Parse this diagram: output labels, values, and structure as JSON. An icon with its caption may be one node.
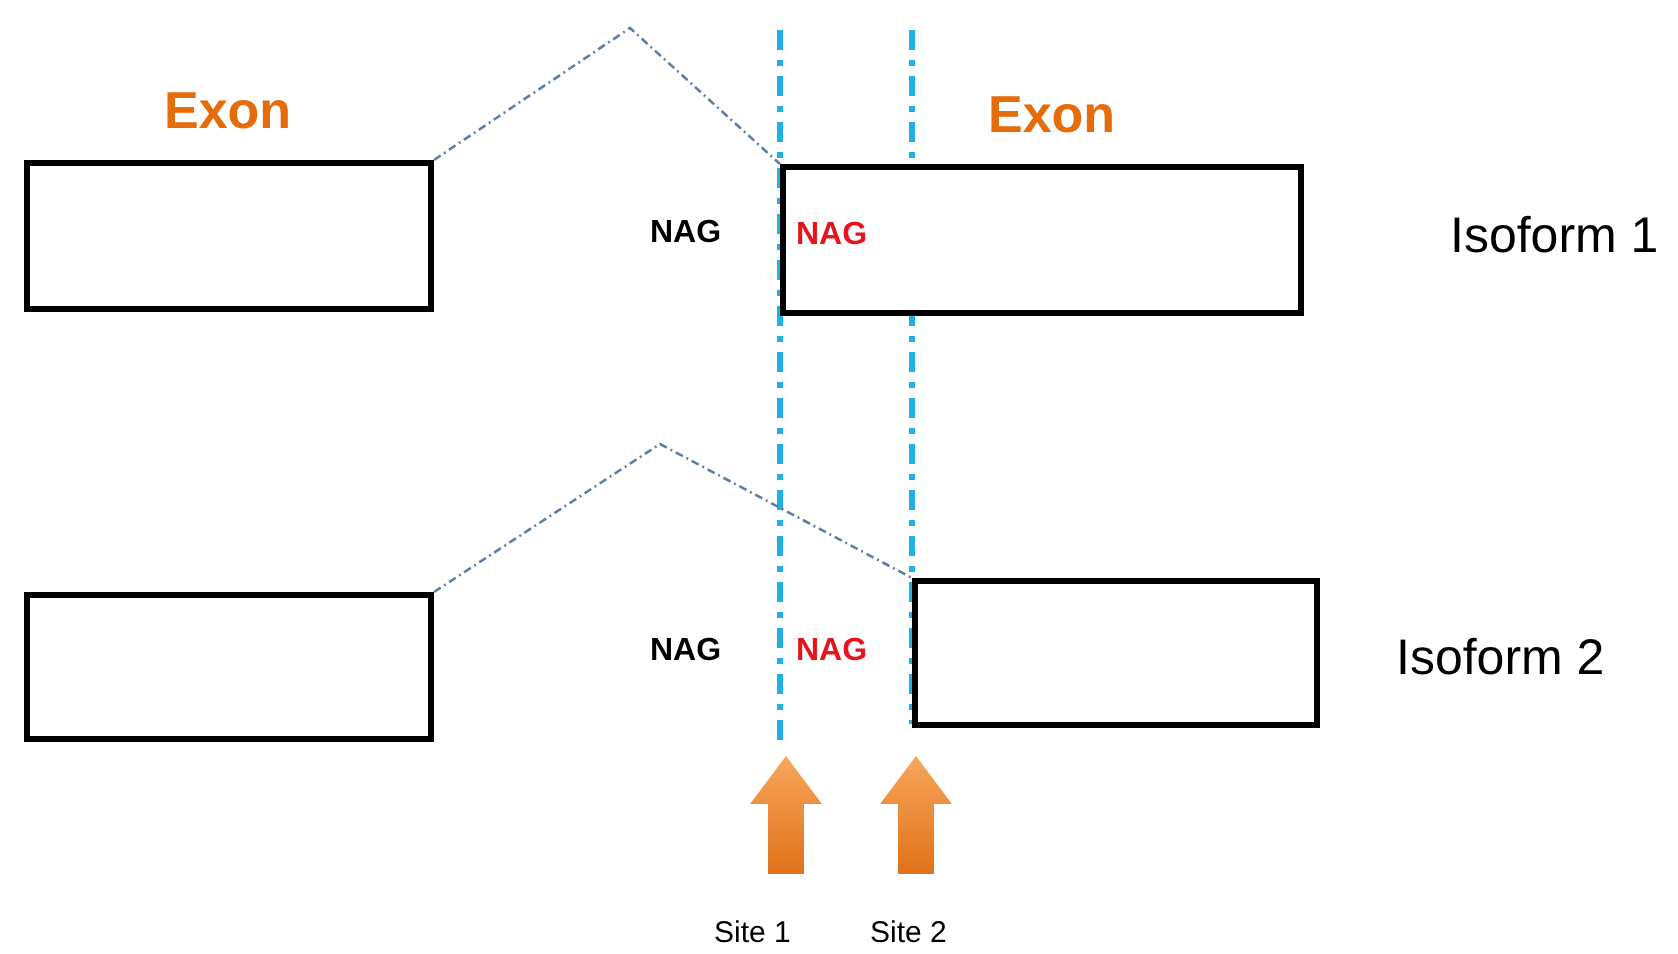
{
  "diagram": {
    "nodes": [
      {
        "text": [
          "Exon"
        ]
      },
      {
        "text": [
          "Exon"
        ],
        "beside": [
          "Isoform 1"
        ]
      },
      {
        "text": [],
        "shape": "box"
      },
      {
        "text": [],
        "shape": "box",
        "beside": [
          "Isoform 2"
        ]
      }
    ],
    "edges": [
      {
        "from": 0,
        "to": 1,
        "arrow": "none",
        "style": "dashed"
      },
      {
        "from": 2,
        "to": 3,
        "arrow": "none",
        "style": "dashed"
      }
    ],
    "labels": [
      "NAG",
      "NAG",
      "NAG",
      "NAG",
      "Site 1",
      "Site 2"
    ]
  }
}
